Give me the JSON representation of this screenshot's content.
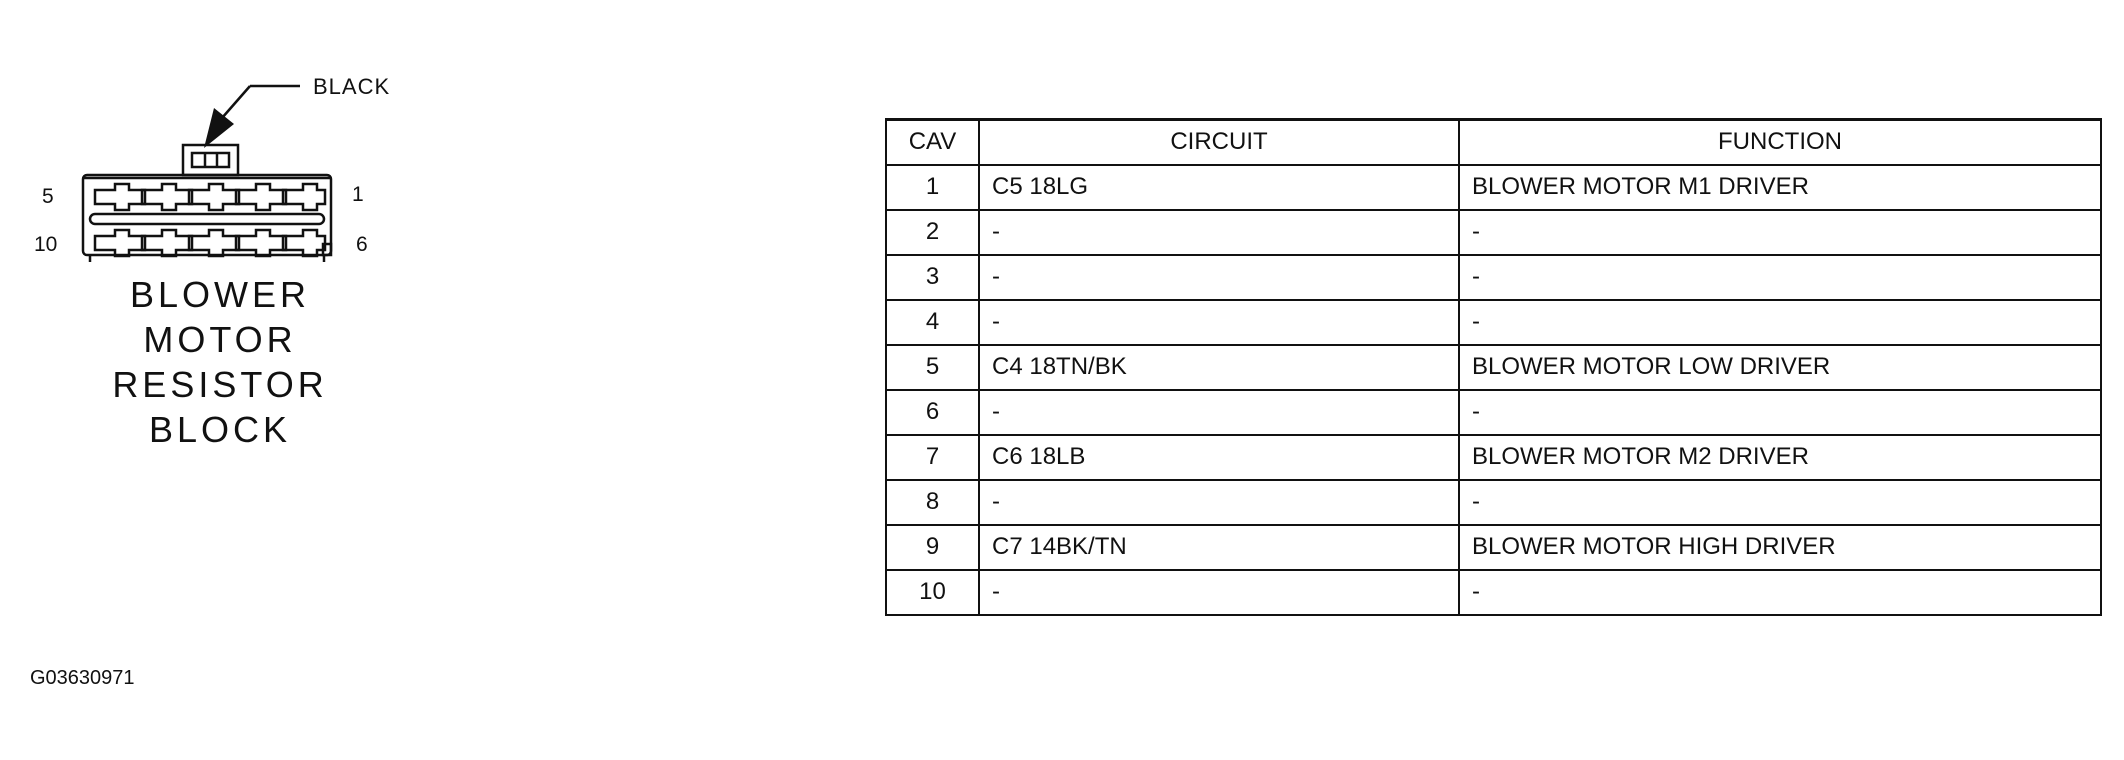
{
  "connector": {
    "callout": "BLACK",
    "pin_top_left": "5",
    "pin_top_right": "1",
    "pin_bottom_left": "10",
    "pin_bottom_right": "6",
    "title_lines": [
      "BLOWER",
      "MOTOR",
      "RESISTOR",
      "BLOCK"
    ]
  },
  "table": {
    "headers": [
      "CAV",
      "CIRCUIT",
      "FUNCTION"
    ],
    "rows": [
      {
        "cav": "1",
        "circuit": "C5 18LG",
        "function": "BLOWER MOTOR M1 DRIVER"
      },
      {
        "cav": "2",
        "circuit": "-",
        "function": "-"
      },
      {
        "cav": "3",
        "circuit": "-",
        "function": "-"
      },
      {
        "cav": "4",
        "circuit": "-",
        "function": "-"
      },
      {
        "cav": "5",
        "circuit": "C4 18TN/BK",
        "function": "BLOWER MOTOR LOW DRIVER"
      },
      {
        "cav": "6",
        "circuit": "-",
        "function": "-"
      },
      {
        "cav": "7",
        "circuit": "C6 18LB",
        "function": "BLOWER MOTOR M2 DRIVER"
      },
      {
        "cav": "8",
        "circuit": "-",
        "function": "-"
      },
      {
        "cav": "9",
        "circuit": "C7 14BK/TN",
        "function": "BLOWER MOTOR HIGH DRIVER"
      },
      {
        "cav": "10",
        "circuit": "-",
        "function": "-"
      }
    ]
  },
  "figure_id": "G03630971"
}
